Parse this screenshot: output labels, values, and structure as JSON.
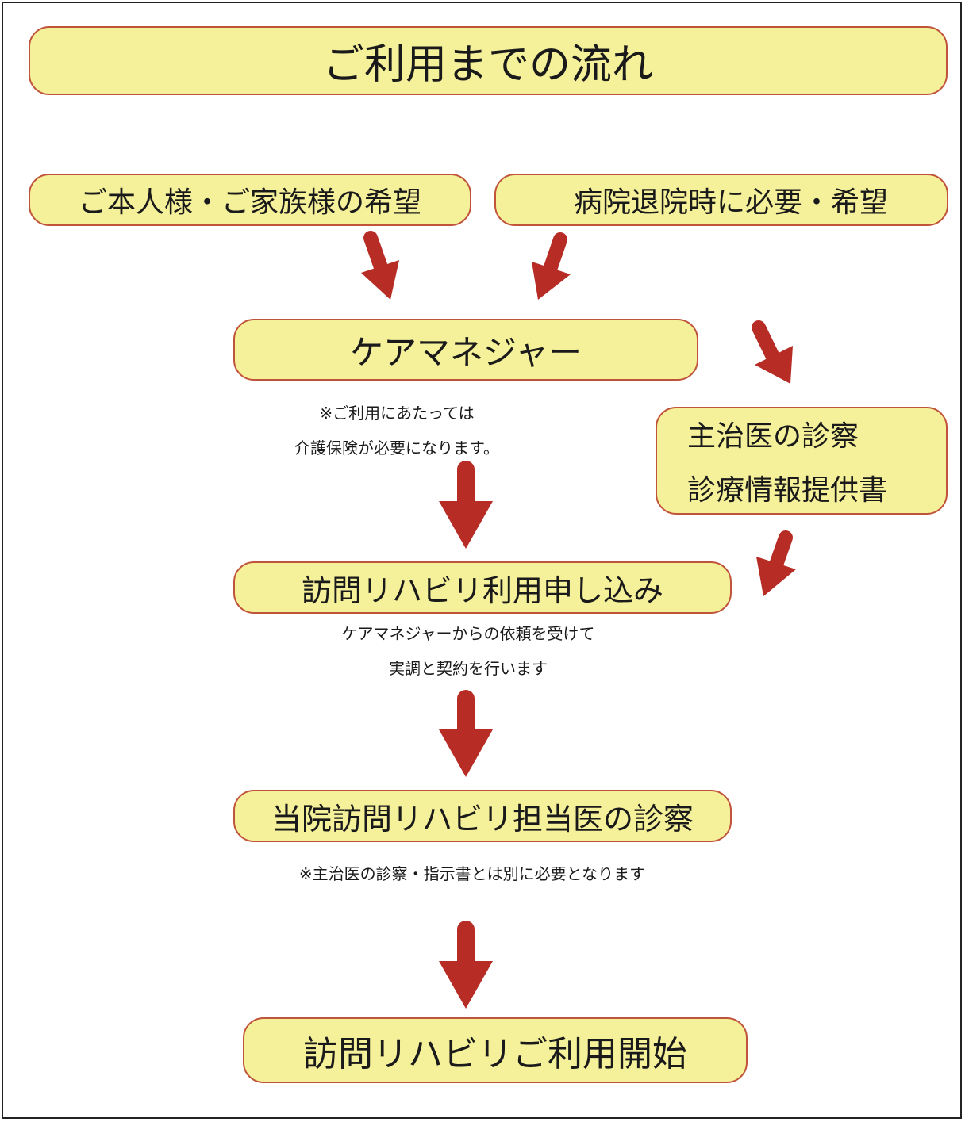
{
  "title": "ご利用までの流れ",
  "request_patient": "ご本人様・ご家族様の希望",
  "request_hospital": "病院退院時に必要・希望",
  "care_manager": "ケアマネジャー",
  "care_manager_note": [
    "※ご利用にあたっては",
    "介護保険が必要になります。"
  ],
  "attending_physician": [
    "主治医の診察",
    "診療情報提供書"
  ],
  "application": "訪問リハビリ利用申し込み",
  "application_note": [
    "ケアマネジャーからの依頼を受けて",
    "実調と契約を行います"
  ],
  "clinic_exam": "当院訪問リハビリ担当医の診察",
  "clinic_exam_note": "※主治医の診察・指示書とは別に必要となります",
  "start": "訪問リハビリご利用開始",
  "colors": {
    "box_fill": "#f5f09a",
    "box_border": "#c0543a",
    "arrow": "#b82c26"
  }
}
